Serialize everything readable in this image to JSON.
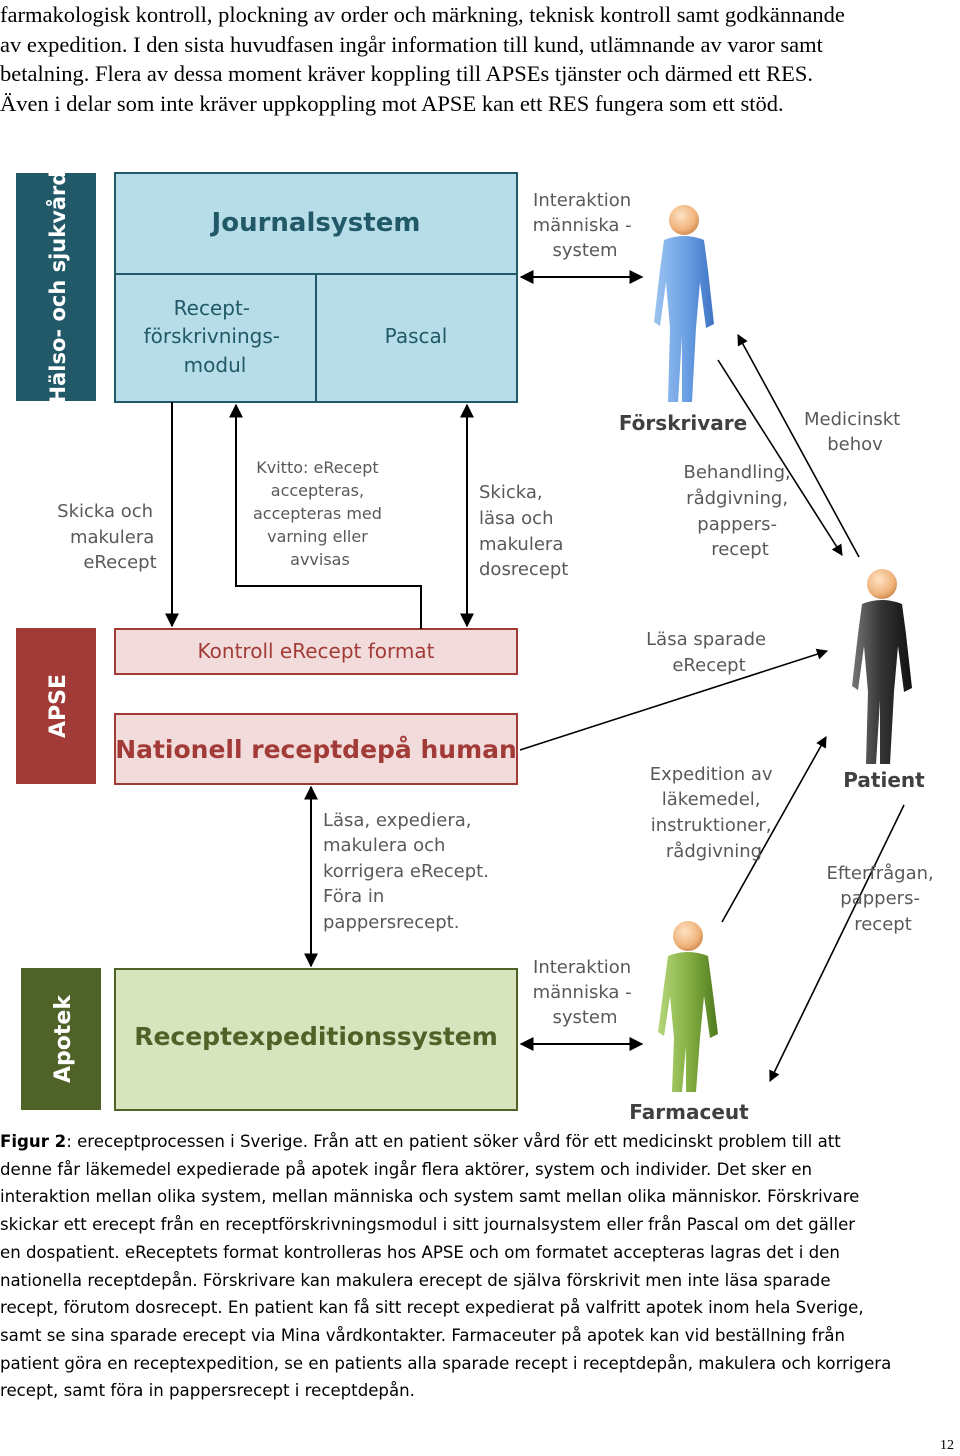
{
  "intro_text": "farmakologisk kontroll, plockning av order och märkning, teknisk kontroll samt godkännande\nav expedition. I den sista huvudfasen ingår information till kund, utlämnande av varor samt\nbetalning. Flera av dessa moment kräver koppling till APSEs tjänster och därmed ett RES.\nÄven i delar som inte kräver uppkoppling mot APSE kan ett RES fungera som ett stöd.",
  "diagram": {
    "colors": {
      "health_dark": "#215968",
      "health_light": "#b7dee8",
      "apse_dark": "#a23b37",
      "apse_light": "#f2dcdb",
      "apotek_dark": "#4f6228",
      "apotek_light": "#d7e4bd",
      "label_gray": "#595959"
    },
    "sections": {
      "health": "Hälso- och sjukvård",
      "apse": "APSE",
      "apotek": "Apotek"
    },
    "boxes": {
      "journal": "Journalsystem",
      "recept_modul": [
        "Recept-",
        "förskrivnings-",
        "modul"
      ],
      "pascal": "Pascal",
      "kontroll": "Kontroll eRecept format",
      "nationell": "Nationell receptdepå human",
      "receptexp": "Receptexpeditionssystem"
    },
    "labels": {
      "skicka_makulera": [
        "Skicka och",
        "makulera",
        "eRecept"
      ],
      "kvitto": [
        "Kvitto: eRecept",
        "accepteras,",
        "accepteras med",
        "varning eller",
        "avvisas"
      ],
      "skicka_lasa": [
        "Skicka,",
        "läsa och",
        "makulera",
        "dosrecept"
      ],
      "lasa_expediera": [
        "Läsa, expediera,",
        "makulera och",
        "korrigera eRecept.",
        "Föra in",
        "pappersrecept."
      ],
      "interaktion_top": [
        "Interaktion",
        "människa -",
        "system"
      ],
      "interaktion_bottom": [
        "Interaktion",
        "människa -",
        "system"
      ],
      "medicinskt_behov": [
        "Medicinskt",
        "behov"
      ],
      "behandling": [
        "Behandling,",
        "rådgivning,",
        "pappers-",
        "recept"
      ],
      "lasa_sparade": [
        "Läsa sparade",
        "eRecept"
      ],
      "expedition": [
        "Expedition av",
        "läkemedel,",
        "instruktioner,",
        "rådgivning"
      ],
      "efterfragan": [
        "Efterfrågan,",
        "pappers-",
        "recept"
      ]
    },
    "people": {
      "forskrivare": "Förskrivare",
      "patient": "Patient",
      "farmaceut": "Farmaceut"
    }
  },
  "caption": {
    "figure_label": "Figur 2",
    "text": ": ereceptprocessen i Sverige. Från att en patient söker vård för ett medicinskt problem till att\ndenne får läkemedel expedierade på apotek ingår flera aktörer, system och individer. Det sker en\ninteraktion mellan olika system, mellan människa och system samt mellan olika människor. Förskrivare\nskickar ett erecept från en receptförskrivningsmodul i sitt journalsystem eller från Pascal om det gäller\nen dospatient. eReceptets format kontrolleras hos APSE och om formatet accepteras lagras det i den\nnationella receptdepån. Förskrivare kan makulera erecept de själva förskrivit men inte läsa sparade\nrecept, förutom dosrecept. En patient kan få sitt recept expedierat på valfritt apotek inom hela Sverige,\nsamt se sina sparade erecept via Mina vårdkontakter. Farmaceuter på apotek kan vid beställning från\npatient göra en receptexpedition, se en patients alla sparade recept i receptdepån, makulera och korrigera\nrecept, samt föra in pappersrecept i receptdepån."
  },
  "page_number": "12"
}
